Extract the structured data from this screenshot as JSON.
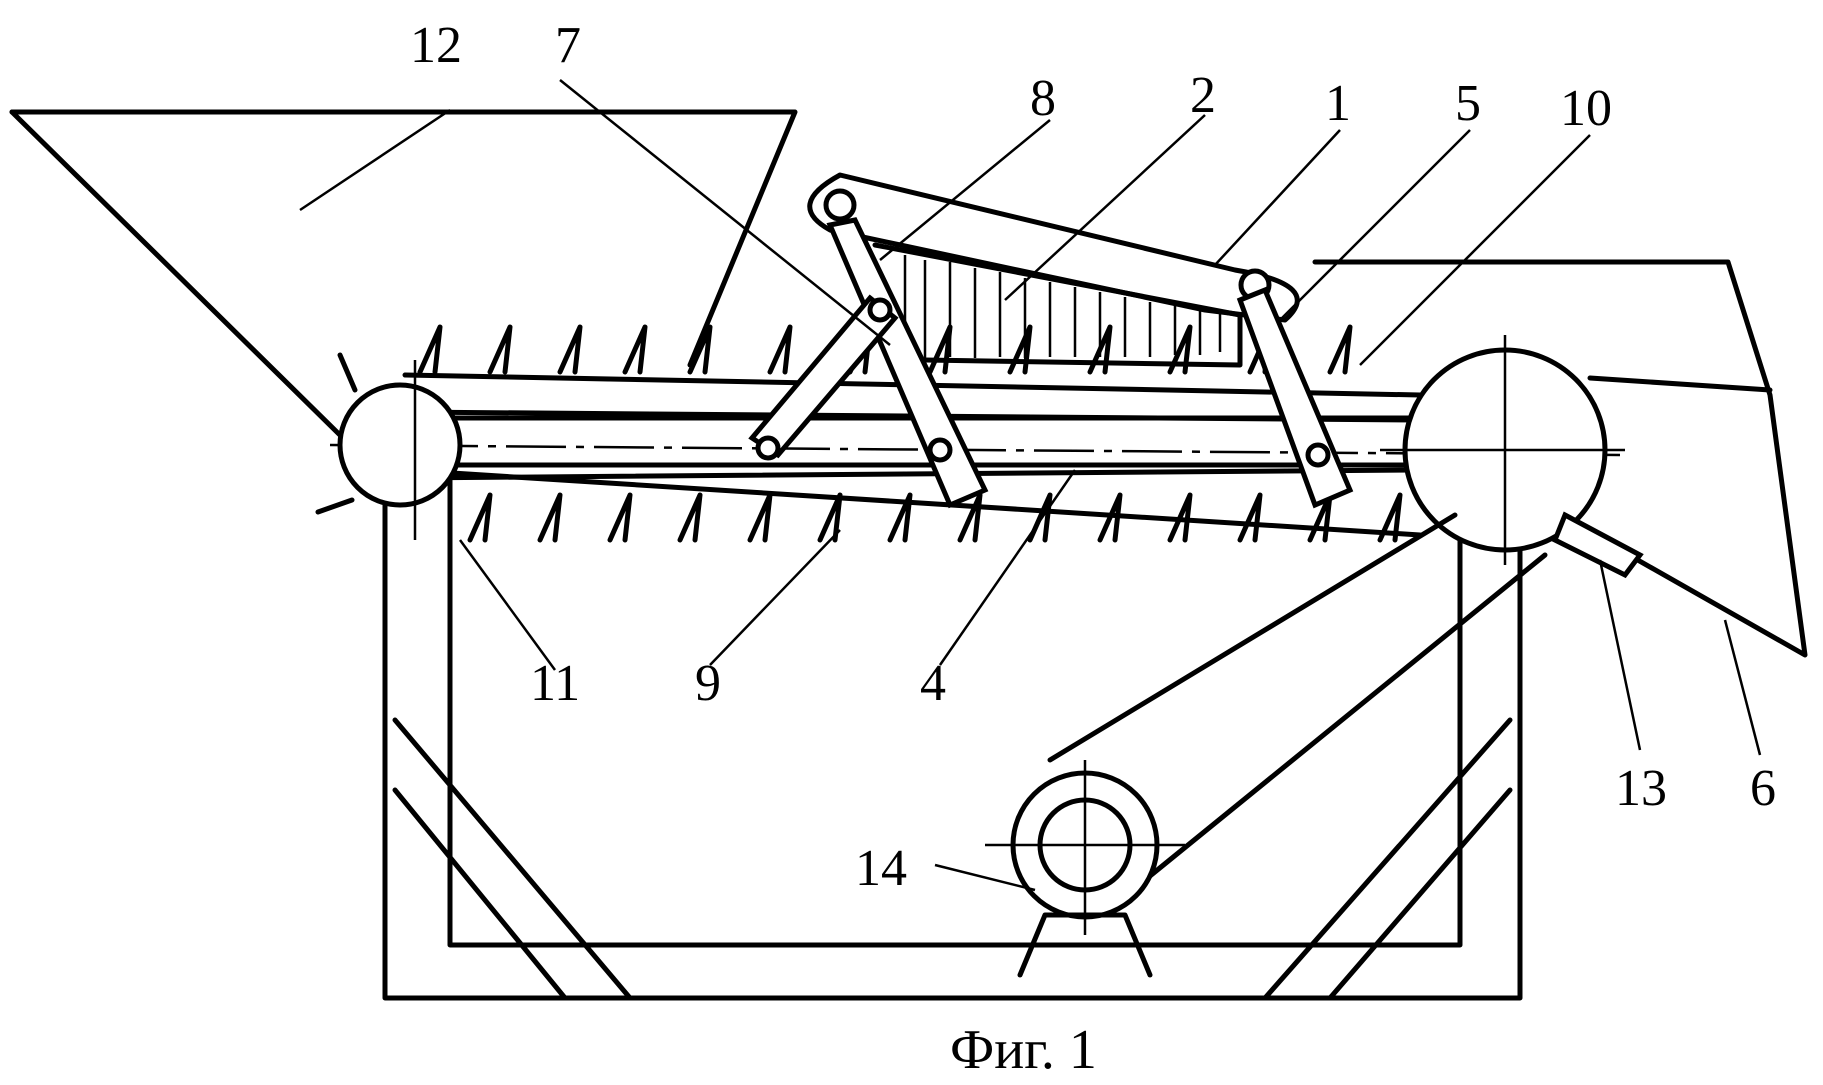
{
  "figure": {
    "caption": "Фиг. 1",
    "labels": [
      {
        "id": "label-1",
        "text": "1"
      },
      {
        "id": "label-2",
        "text": "2"
      },
      {
        "id": "label-4",
        "text": "4"
      },
      {
        "id": "label-5",
        "text": "5"
      },
      {
        "id": "label-6",
        "text": "6"
      },
      {
        "id": "label-7",
        "text": "7"
      },
      {
        "id": "label-8",
        "text": "8"
      },
      {
        "id": "label-9",
        "text": "9"
      },
      {
        "id": "label-10",
        "text": "10"
      },
      {
        "id": "label-11",
        "text": "11"
      },
      {
        "id": "label-12",
        "text": "12"
      },
      {
        "id": "label-13",
        "text": "13"
      },
      {
        "id": "label-14",
        "text": "14"
      }
    ]
  }
}
